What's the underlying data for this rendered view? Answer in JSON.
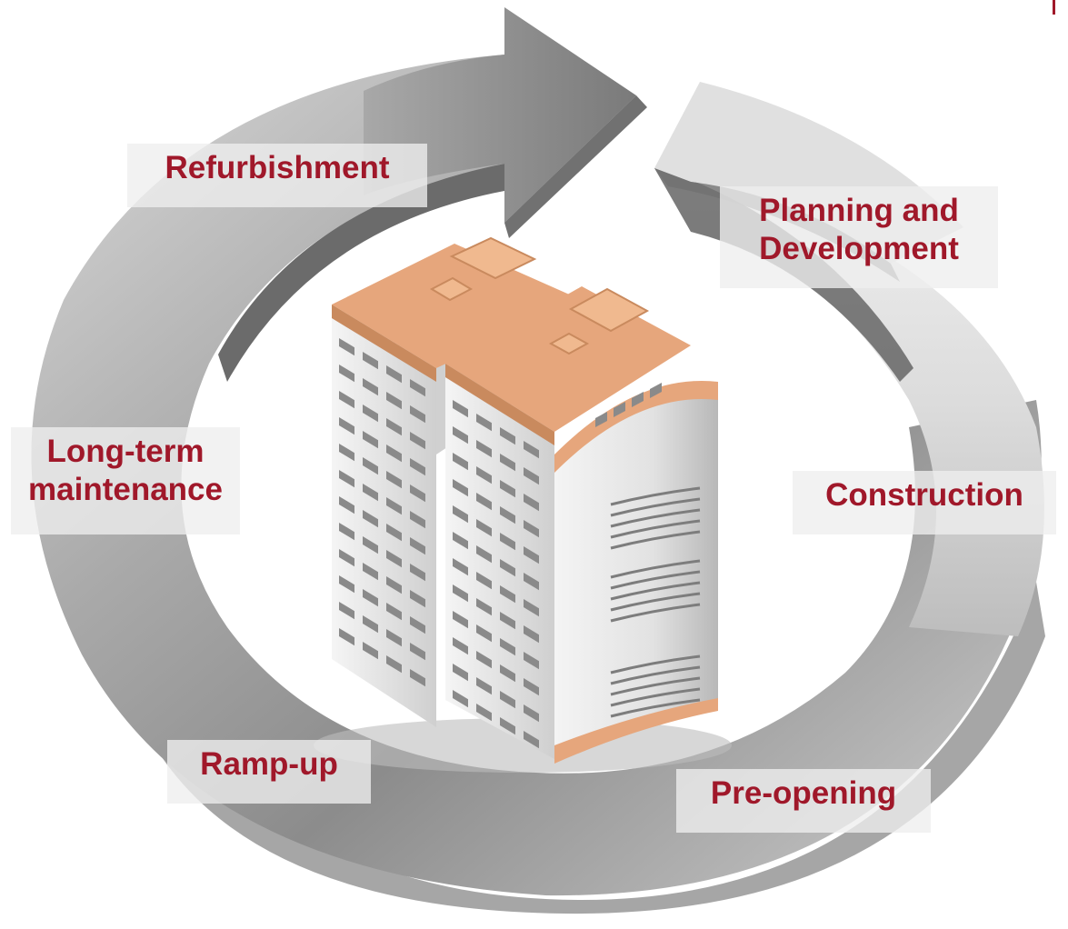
{
  "colors": {
    "label_text": "#a0182a",
    "label_bg": "#eeeeee",
    "arrow_light": "#dedede",
    "arrow_dark": "#6e6e6e",
    "roof": "#e6a67c",
    "facade": "#e8e8e8",
    "window": "#8a8a8a"
  },
  "stages": {
    "refurbishment": "Refurbishment",
    "planning_line1": "Planning and",
    "planning_line2": "Development",
    "longterm_line1": "Long-term",
    "longterm_line2": "maintenance",
    "construction": "Construction",
    "rampup": "Ramp-up",
    "preopening": "Pre-opening"
  },
  "icons": {
    "cycle": "circular-arrow-icon",
    "building": "hotel-building-icon"
  }
}
